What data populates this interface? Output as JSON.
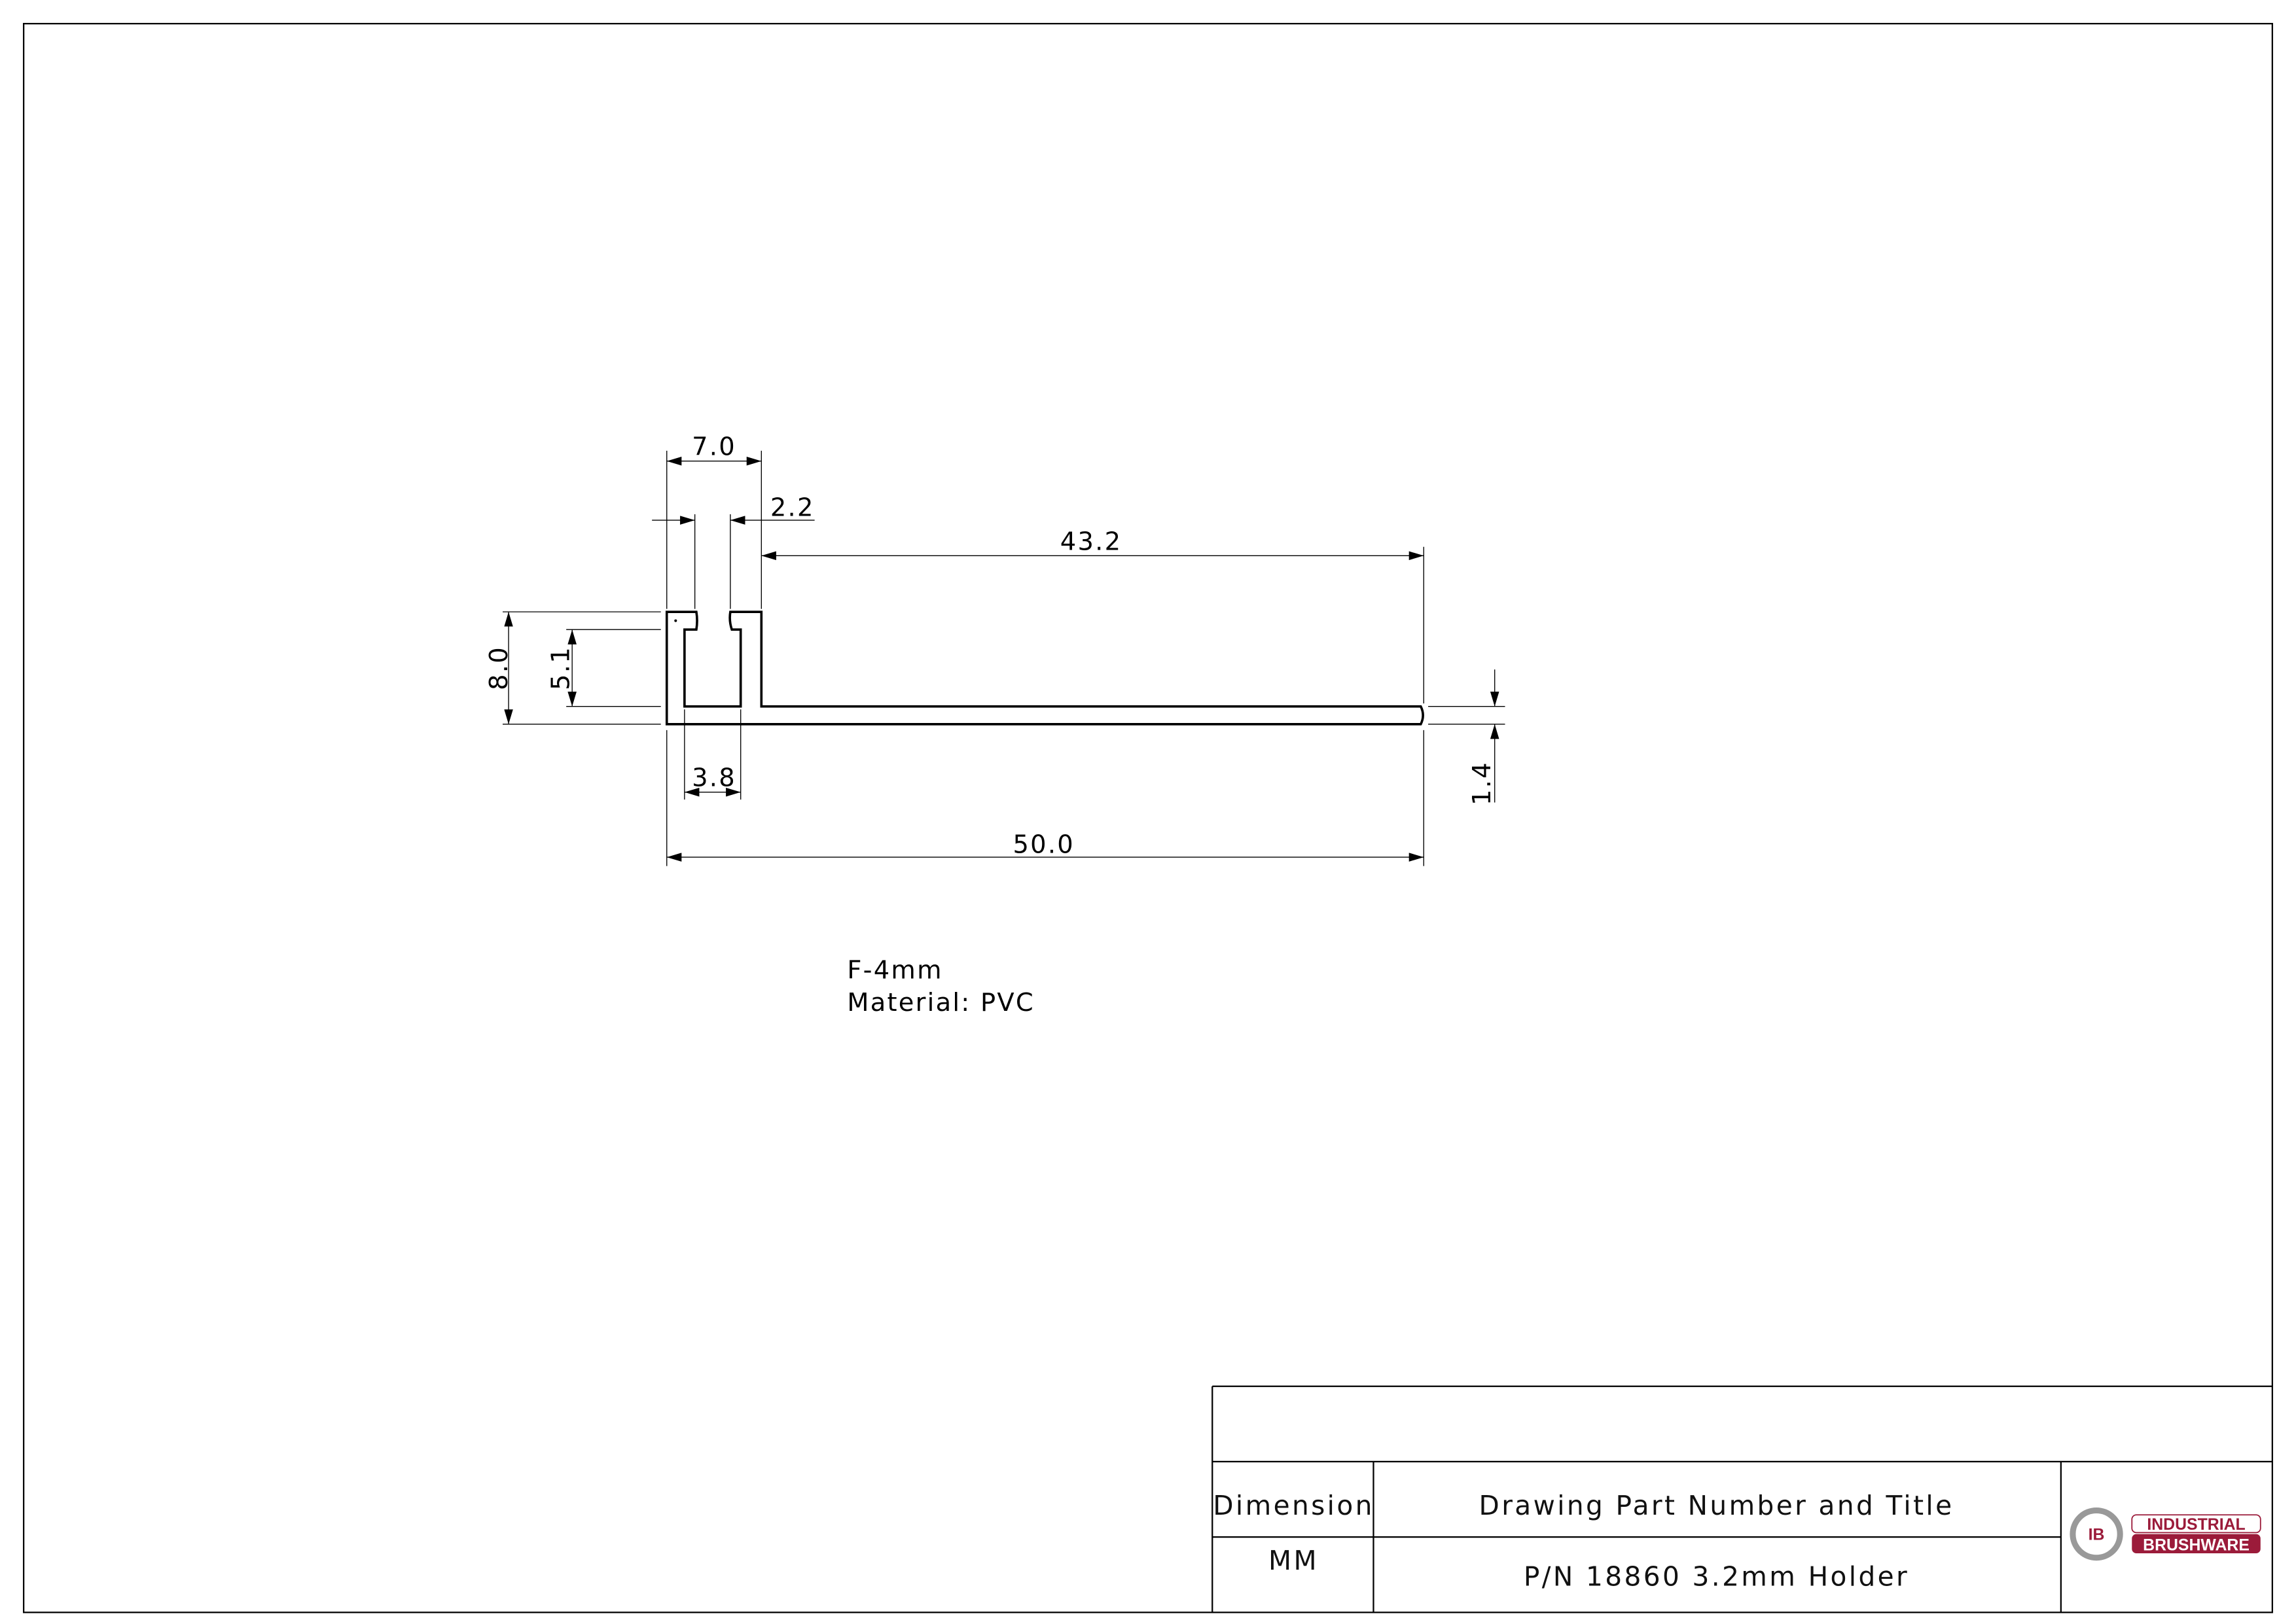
{
  "drawing": {
    "dimensions": {
      "overall_height": "8.0",
      "channel_depth": "5.1",
      "top_width": "7.0",
      "slot_width": "2.2",
      "flange_length": "43.2",
      "channel_inner_width": "3.8",
      "overall_length": "50.0",
      "flange_thickness": "1.4"
    },
    "notes": [
      "F-4mm",
      "Material: PVC"
    ]
  },
  "title_block": {
    "dimension_label": "Dimension",
    "dimension_value": "MM",
    "title_label": "Drawing Part Number and Title",
    "title_value": "P/N 18860 3.2mm Holder",
    "logo": {
      "line1": "INDUSTRIAL",
      "line2": "BRUSHWARE",
      "mark": "IB",
      "color": "#9b1b3a"
    }
  }
}
